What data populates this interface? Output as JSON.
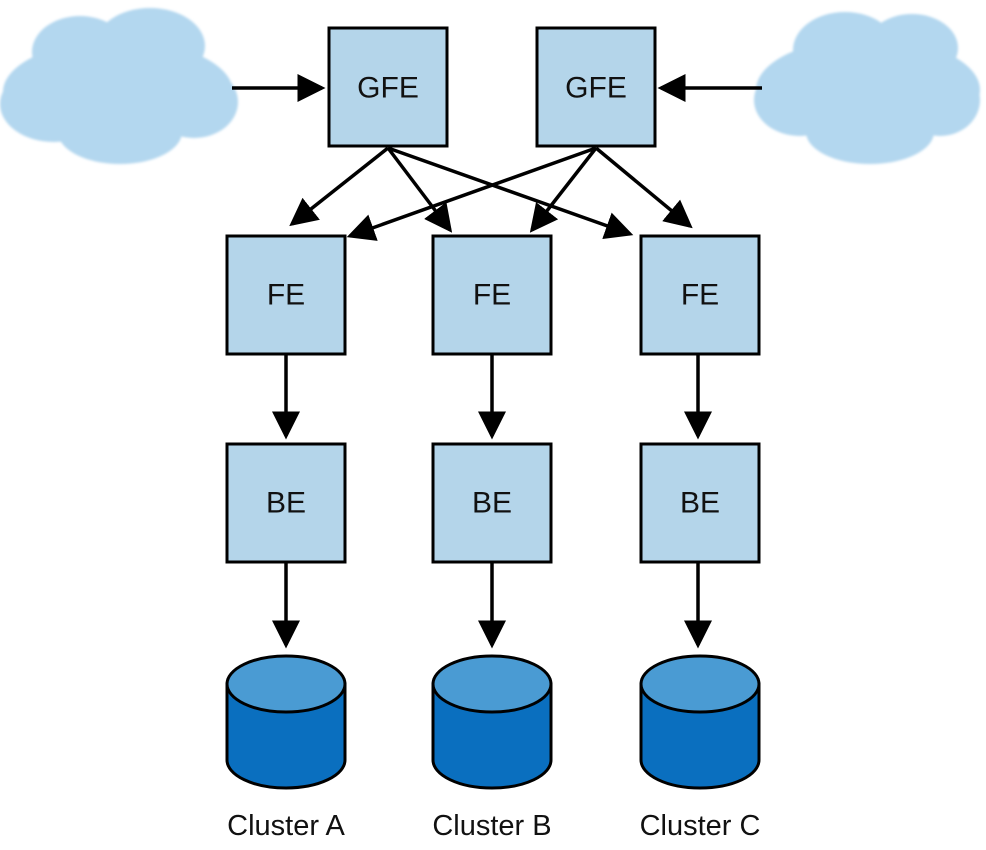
{
  "colors": {
    "node_fill": "#b4d5ea",
    "node_border": "#000000",
    "cloud_fill": "#b3d7ef",
    "db_top": "#4a9bd3",
    "db_body": "#0a6fbf",
    "edge": "#000000"
  },
  "nodes": {
    "gfe_left": "GFE",
    "gfe_right": "GFE",
    "fe_a": "FE",
    "fe_b": "FE",
    "fe_c": "FE",
    "be_a": "BE",
    "be_b": "BE",
    "be_c": "BE"
  },
  "clusters": {
    "a": "Cluster A",
    "b": "Cluster B",
    "c": "Cluster C"
  },
  "icons": [
    "cloud-icon",
    "database-icon"
  ]
}
